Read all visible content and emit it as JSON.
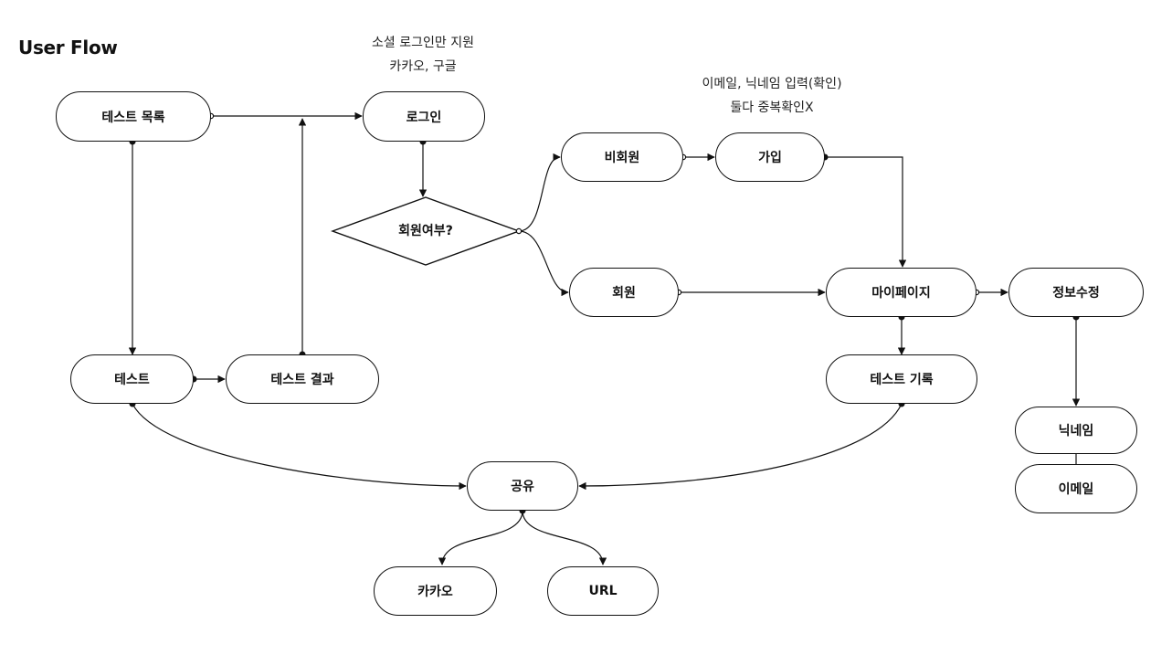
{
  "title": "User Flow",
  "nodes": {
    "test_list": "테스트 목록",
    "login": "로그인",
    "member_check": "회원여부?",
    "non_member": "비회원",
    "signup": "가입",
    "member": "회원",
    "mypage": "마이페이지",
    "edit_info": "정보수정",
    "test": "테스트",
    "test_result": "테스트 결과",
    "test_history": "테스트 기록",
    "nickname": "닉네임",
    "email": "이메일",
    "share": "공유",
    "kakao": "카카오",
    "url": "URL"
  },
  "notes": {
    "login_line1": "소셜 로그인만 지원",
    "login_line2": "카카오, 구글",
    "signup_line1": "이메일, 닉네임 입력(확인)",
    "signup_line2": "둘다 중복확인X"
  }
}
